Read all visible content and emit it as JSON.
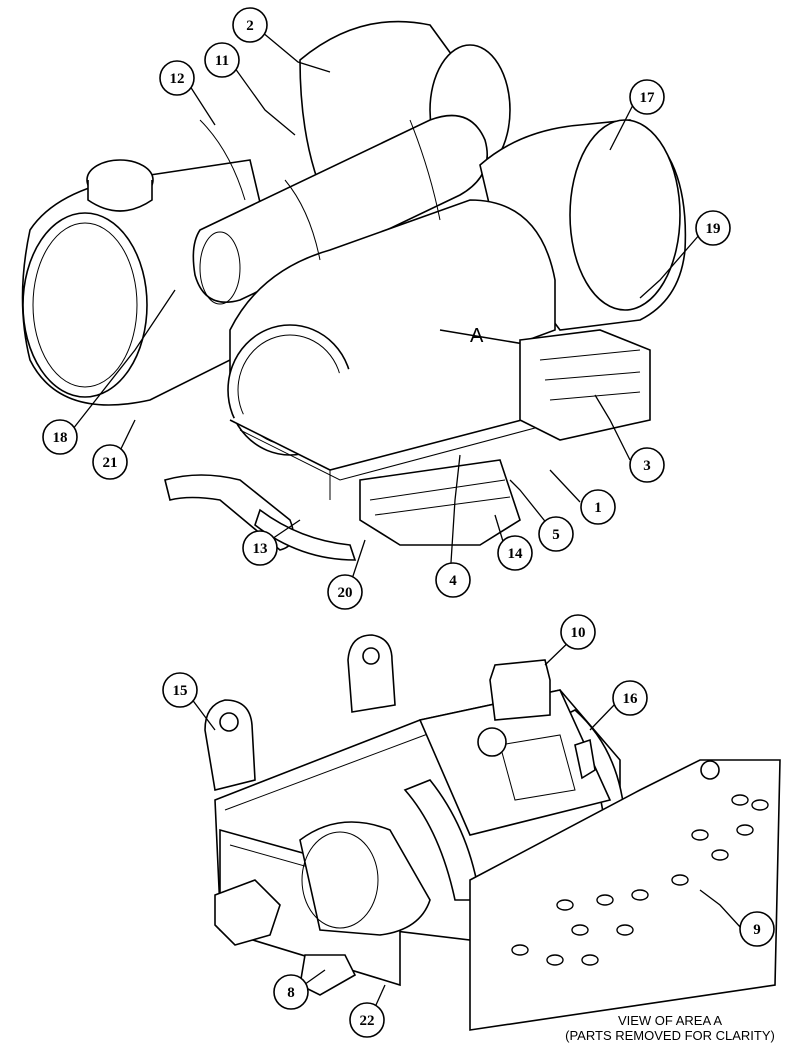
{
  "area_label": "A",
  "caption": {
    "line1": "VIEW OF AREA A",
    "line2": "(PARTS REMOVED FOR CLARITY)"
  },
  "callouts": [
    {
      "id": "c1",
      "label": "1"
    },
    {
      "id": "c2",
      "label": "2"
    },
    {
      "id": "c3",
      "label": "3"
    },
    {
      "id": "c4",
      "label": "4"
    },
    {
      "id": "c5",
      "label": "5"
    },
    {
      "id": "c8",
      "label": "8"
    },
    {
      "id": "c9",
      "label": "9"
    },
    {
      "id": "c10",
      "label": "10"
    },
    {
      "id": "c11",
      "label": "11"
    },
    {
      "id": "c12",
      "label": "12"
    },
    {
      "id": "c13",
      "label": "13"
    },
    {
      "id": "c14",
      "label": "14"
    },
    {
      "id": "c15",
      "label": "15"
    },
    {
      "id": "c16",
      "label": "16"
    },
    {
      "id": "c17",
      "label": "17"
    },
    {
      "id": "c18",
      "label": "18"
    },
    {
      "id": "c19",
      "label": "19"
    },
    {
      "id": "c20",
      "label": "20"
    },
    {
      "id": "c21",
      "label": "21"
    },
    {
      "id": "c22",
      "label": "22"
    }
  ]
}
